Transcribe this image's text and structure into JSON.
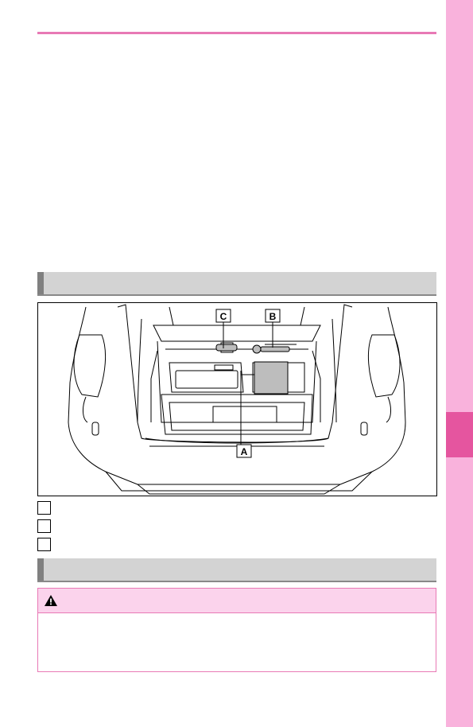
{
  "figure": {
    "callouts": [
      "A",
      "B",
      "C"
    ]
  },
  "legend": [
    {
      "key": "A",
      "text": ""
    },
    {
      "key": "B",
      "text": ""
    },
    {
      "key": "C",
      "text": ""
    }
  ],
  "section1": {
    "title": ""
  },
  "section2": {
    "title": ""
  },
  "warning": {
    "icon": "warning-triangle-icon",
    "title": "",
    "body": ""
  },
  "colors": {
    "accent": "#e879b5",
    "tab": "#f9b2dc",
    "tab_active": "#e5559f",
    "section_bar": "#d3d3d3"
  }
}
